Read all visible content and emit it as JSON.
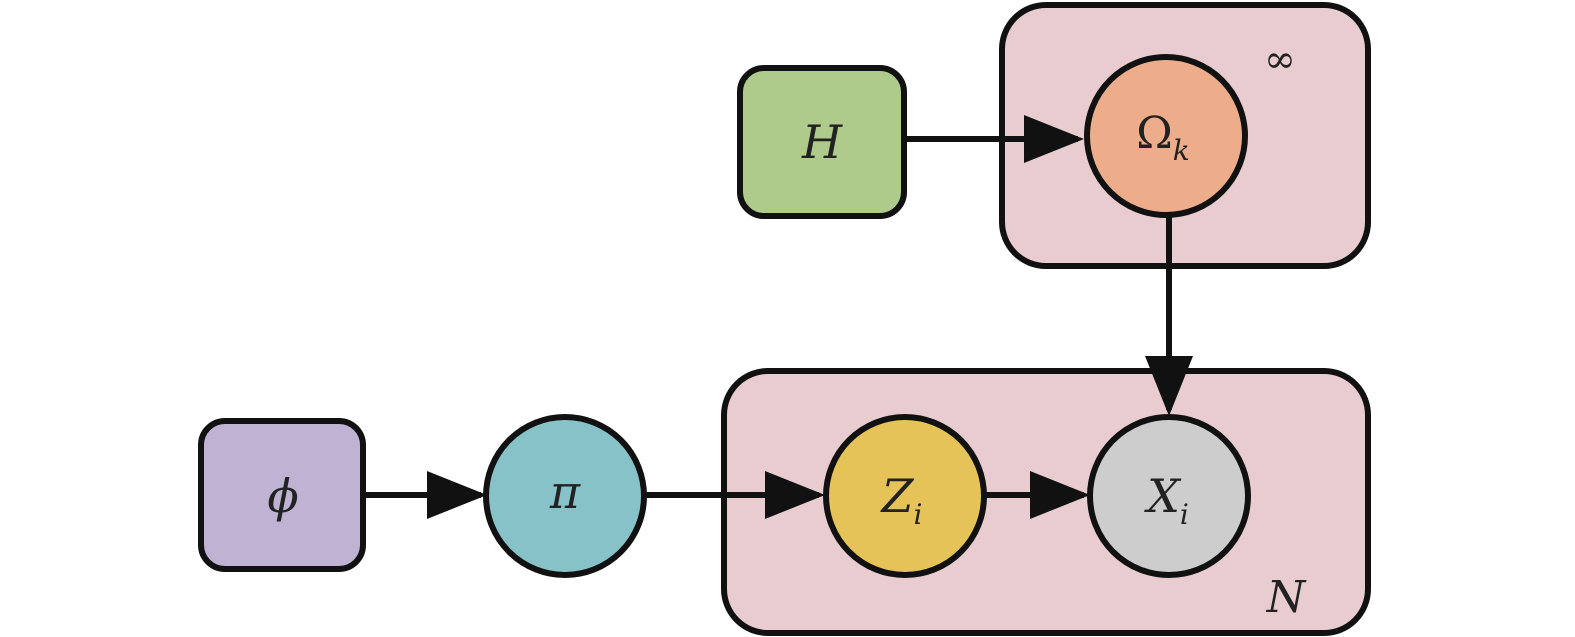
{
  "plates": {
    "top": {
      "label": "∞"
    },
    "bottom": {
      "label": "N"
    }
  },
  "nodes": {
    "H": {
      "label": "H"
    },
    "omega": {
      "label": "Ω",
      "sub": "k"
    },
    "phi": {
      "label": "ϕ"
    },
    "pi": {
      "label": "π"
    },
    "Z": {
      "label": "Z",
      "sub": "i"
    },
    "X": {
      "label": "X",
      "sub": "i"
    }
  },
  "colors": {
    "plate_fill": "#e8ccd0",
    "H_fill": "#aecb8c",
    "omega_fill": "#eead8a",
    "phi_fill": "#bfb2d3",
    "pi_fill": "#87c2c9",
    "Z_fill": "#e6c358",
    "X_fill": "#cdcdcd",
    "stroke": "#111111"
  }
}
